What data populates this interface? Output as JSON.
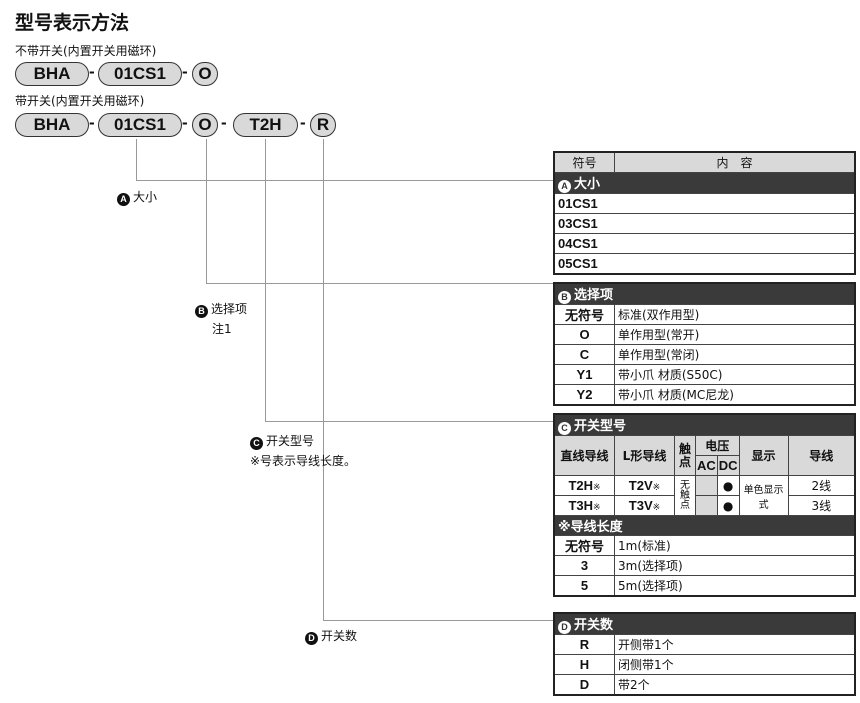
{
  "title": "型号表示方法",
  "without_switch": {
    "label": "不带开关(内置开关用磁环)",
    "parts": [
      "BHA",
      "01CS1",
      "O"
    ]
  },
  "with_switch": {
    "label": "带开关(内置开关用磁环)",
    "parts": [
      "BHA",
      "01CS1",
      "O",
      "T2H",
      "R"
    ]
  },
  "separator": "-",
  "callouts": {
    "a": {
      "badge": "A",
      "label": "大小"
    },
    "b": {
      "badge": "B",
      "label": "选择项",
      "note": "注1"
    },
    "c": {
      "badge": "C",
      "label": "开关型号",
      "note": "※号表示导线长度。"
    },
    "d": {
      "badge": "D",
      "label": "开关数"
    }
  },
  "table_header": {
    "symbol": "符号",
    "content": "内　容"
  },
  "size": {
    "badge": "A",
    "title": "大小",
    "rows": [
      "01CS1",
      "03CS1",
      "04CS1",
      "05CS1"
    ]
  },
  "options": {
    "badge": "B",
    "title": "选择项",
    "rows": [
      {
        "code": "无符号",
        "desc": "标准(双作用型)"
      },
      {
        "code": "O",
        "desc": "单作用型(常开)"
      },
      {
        "code": "C",
        "desc": "单作用型(常闭)"
      },
      {
        "code": "Y1",
        "desc": "带小爪 材质(S50C)"
      },
      {
        "code": "Y2",
        "desc": "带小爪 材质(MC尼龙)"
      }
    ]
  },
  "switch": {
    "badge": "C",
    "title": "开关型号",
    "headers": {
      "straight": "直线导线",
      "l_type": "L形导线",
      "contact": "触点",
      "voltage": "电压",
      "ac": "AC",
      "dc": "DC",
      "display": "显示",
      "wire": "导线"
    },
    "rows": [
      {
        "straight": "T2H",
        "l_type": "T2V",
        "ac": "",
        "dc": "●",
        "wire": "2线"
      },
      {
        "straight": "T3H",
        "l_type": "T3V",
        "ac": "",
        "dc": "●",
        "wire": "3线"
      }
    ],
    "mark": "※",
    "contact": "无触点",
    "display": "单色显示式"
  },
  "lead": {
    "title": "※导线长度",
    "rows": [
      {
        "code": "无符号",
        "desc": "1m(标准)"
      },
      {
        "code": "3",
        "desc": "3m(选择项)"
      },
      {
        "code": "5",
        "desc": "5m(选择项)"
      }
    ]
  },
  "count": {
    "badge": "D",
    "title": "开关数",
    "rows": [
      {
        "code": "R",
        "desc": "开侧带1个"
      },
      {
        "code": "H",
        "desc": "闭侧带1个"
      },
      {
        "code": "D",
        "desc": "带2个"
      }
    ]
  }
}
